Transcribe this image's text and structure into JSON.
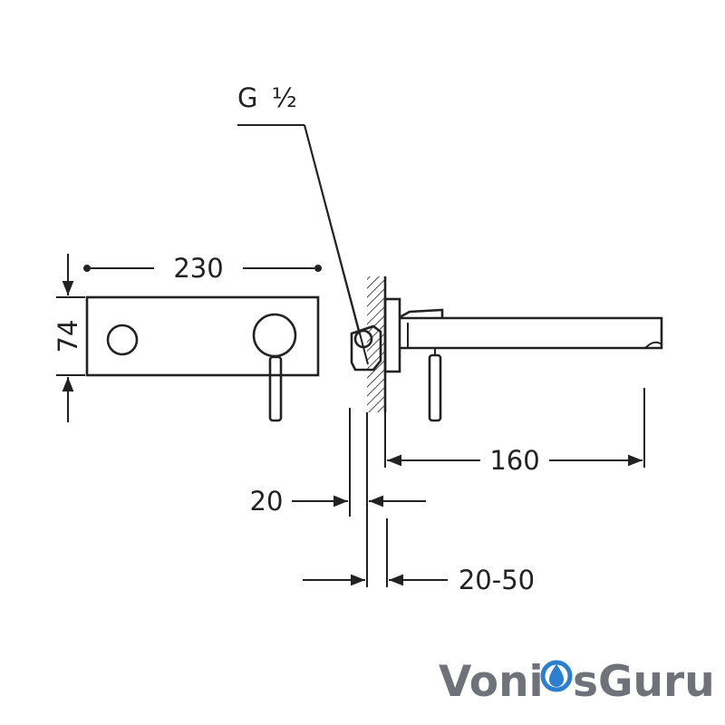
{
  "dimensions": {
    "thread_label": "G",
    "thread_fraction": "½",
    "plate_width": "230",
    "plate_height": "74",
    "spout_length": "160",
    "wall_finish": "20",
    "installation_depth": "20-50"
  },
  "logo": {
    "part1": "Voni",
    "part2": "sGuru"
  },
  "colors": {
    "line": "#222222",
    "logo_grey": "#6f7278",
    "logo_blue": "#2b7fd0"
  }
}
